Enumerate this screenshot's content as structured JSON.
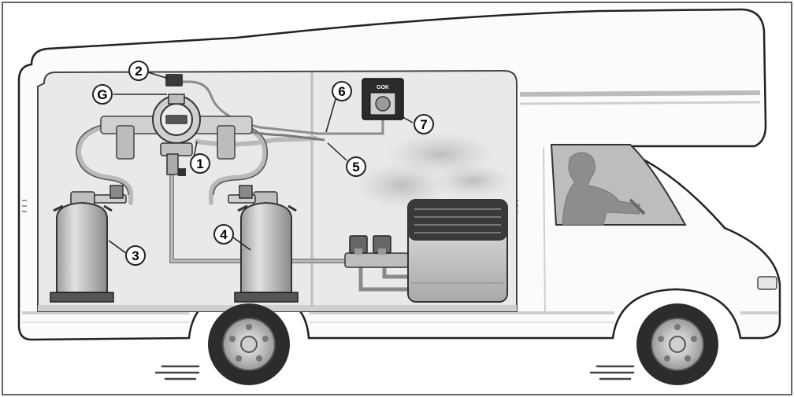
{
  "callouts": {
    "c1": "1",
    "c2": "2",
    "c3": "3",
    "c4": "4",
    "c5": "5",
    "c6": "6",
    "c7": "7",
    "cG": "G"
  },
  "control_panel_label": "GOK",
  "colors": {
    "outline": "#222222",
    "cabin": "#e9e9e9",
    "body": "#fbfbfb",
    "pipe": "#b9b9b9",
    "cylinder": "#c9c9c9",
    "dark": "#3a3a3a",
    "tire": "#2c2c2c"
  }
}
